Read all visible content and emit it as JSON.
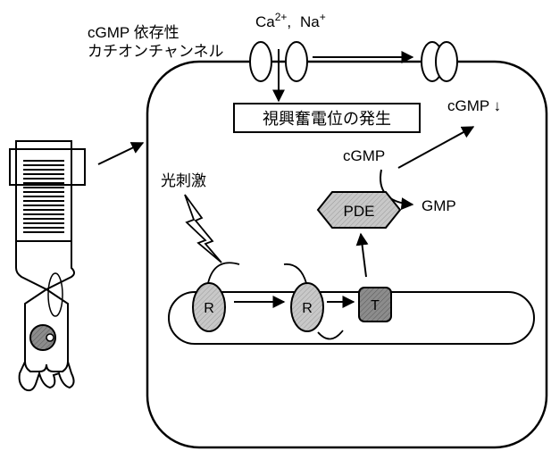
{
  "labels": {
    "channel_line1": "cGMP 依存性",
    "channel_line2": "カチオンチャンネル",
    "ca_ion": "Ca",
    "ca_charge": "2+",
    "ion_separator": ",",
    "na_ion": "Na",
    "na_charge": "+",
    "receptor_potential": "視興奮電位の発生",
    "cgmp_decrease": "cGMP ↓",
    "light_stimulus": "光刺激",
    "cgmp": "cGMP",
    "pde": "PDE",
    "gmp": "GMP",
    "rhodopsin_inactive": "R",
    "rhodopsin_active": "R",
    "transducin": "T"
  },
  "colors": {
    "stroke": "#000000",
    "rhodopsin_fill": "#c8c8c8",
    "transducin_fill": "#8c8c8c",
    "pde_fill": "#c8c8c8",
    "nucleus_fill": "#707070",
    "background": "#ffffff"
  }
}
